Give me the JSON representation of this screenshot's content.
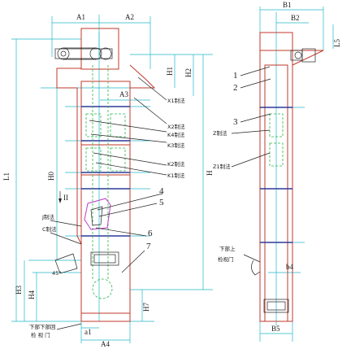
{
  "front_view": {
    "dimensions": {
      "a1": "A1",
      "a2": "A2",
      "a3": "A3",
      "a4": "A4",
      "l1": "L1",
      "h0": "H0",
      "h1": "H1",
      "h2": "H2",
      "h3": "H3",
      "h4": "H4",
      "h7": "H7",
      "h": "H",
      "a1_lower": "a1"
    },
    "flange_labels": {
      "x1": "X1制法",
      "x2": "X2制法",
      "k4": "K4制法",
      "k3": "K3制法",
      "k2": "K2制法",
      "k1": "K1制法",
      "j": "J制法",
      "c": "C制法"
    },
    "part_numbers": {
      "p4": "4",
      "p5": "5",
      "p6": "6",
      "p7": "7"
    },
    "section_mark": "II",
    "inspection_door_label_line1": "下部下部回",
    "inspection_door_label_line2": "检 视 门",
    "angle_label": "45°"
  },
  "side_view": {
    "dimensions": {
      "b1": "B1",
      "b2": "B2",
      "b4": "b4",
      "b5": "B5",
      "l5": "L5"
    },
    "part_numbers": {
      "p1": "1",
      "p2": "2",
      "p3": "3"
    },
    "flange_labels": {
      "z": "Z制法",
      "z1": "Z1制法"
    },
    "inspection_door_label_line1": "下部上",
    "inspection_door_label_line2": "检视门"
  }
}
